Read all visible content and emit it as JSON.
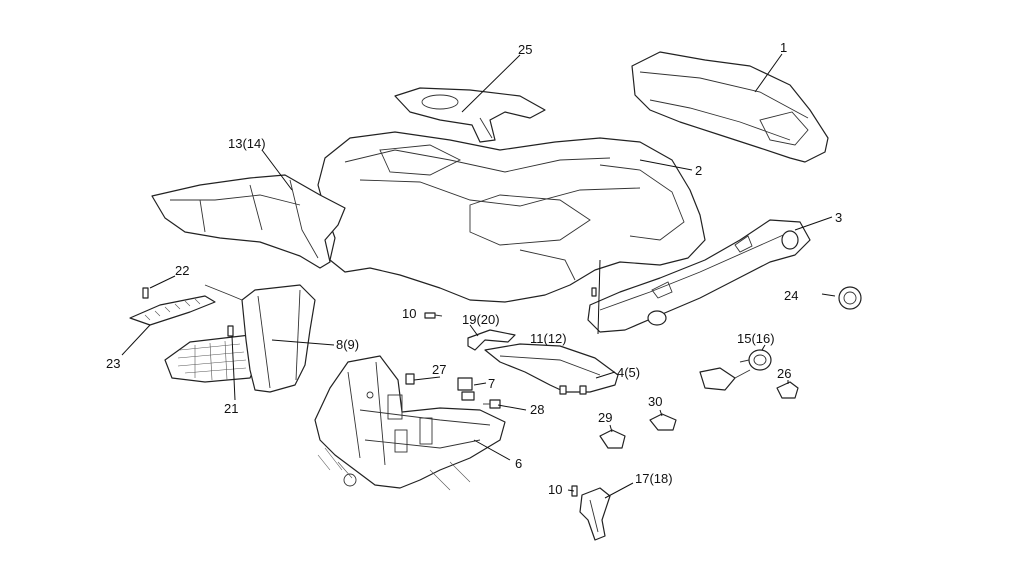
{
  "callouts": {
    "c1": "1",
    "c2": "2",
    "c3": "3",
    "c4": "4(5)",
    "c6": "6",
    "c7": "7",
    "c8": "8(9)",
    "c10a": "10",
    "c10b": "10",
    "c11": "11(12)",
    "c13": "13(14)",
    "c15": "15(16)",
    "c17": "17(18)",
    "c19": "19(20)",
    "c21": "21",
    "c22": "22",
    "c23": "23",
    "c24": "24",
    "c25": "25",
    "c26": "26",
    "c27": "27",
    "c28": "28",
    "c29": "29",
    "c30": "30"
  },
  "colors": {
    "line": "#222222",
    "background": "#ffffff"
  }
}
